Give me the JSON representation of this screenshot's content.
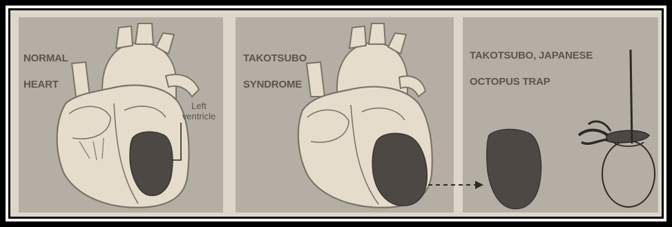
{
  "panels": [
    {
      "title_lines": [
        "NORMAL",
        "HEART"
      ]
    },
    {
      "title_lines": [
        "TAKOTSUBO",
        "SYNDROME"
      ]
    },
    {
      "title_lines": [
        "TAKOTSUBO, JAPANESE",
        "OCTOPUS TRAP"
      ]
    }
  ],
  "annotations": {
    "left_ventricle_line1": "Left",
    "left_ventricle_line2": "ventricle"
  },
  "colors": {
    "background": "#dcd6cb",
    "panel": "#b5aea4",
    "heart_fill": "#e6dccb",
    "heart_outline": "#7a736a",
    "ventricle": "#4d4843",
    "label": "#5b554d",
    "frame": "#000000"
  }
}
